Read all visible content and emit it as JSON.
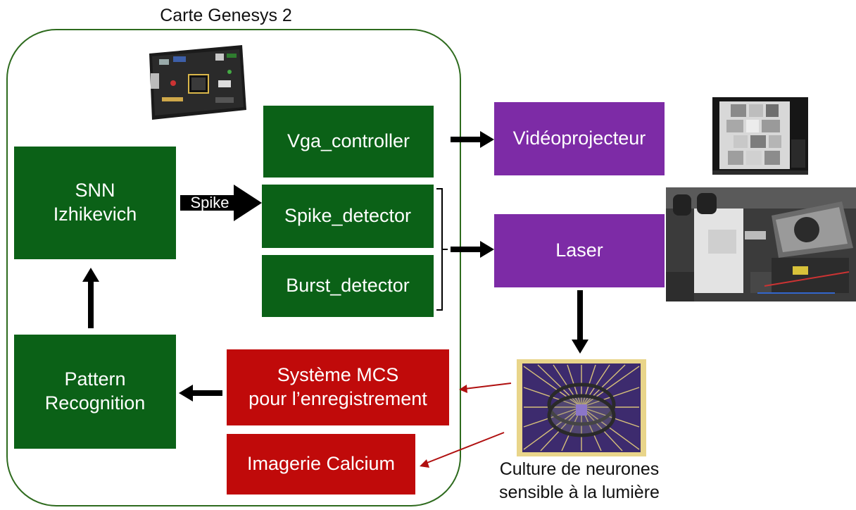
{
  "board": {
    "title": "Carte Genesys 2"
  },
  "blocks": {
    "snn": {
      "line1": "SNN",
      "line2": "Izhikevich"
    },
    "vga": "Vga_controller",
    "spike_detector": "Spike_detector",
    "burst_detector": "Burst_detector",
    "pattern": {
      "line1": "Pattern",
      "line2": "Recognition"
    },
    "mcs": {
      "line1": "Système MCS",
      "line2": "pour l’enregistrement"
    },
    "calcium": "Imagerie Calcium",
    "videoprojecteur": "Vidéoprojecteur",
    "laser": "Laser"
  },
  "arrow_labels": {
    "spike": "Spike"
  },
  "culture": {
    "line1": "Culture de neurones",
    "line2": "sensible à la lumière"
  },
  "images": {
    "fpga": "fpga-board-photo",
    "projection": "projected-pattern-photo",
    "microscope": "microscope-setup-photo",
    "mea": "mea-chip-photo"
  },
  "colors": {
    "green": "#0b6117",
    "purple": "#7d2ba6",
    "red": "#c00a0a",
    "board_outline": "#2e6b1e"
  }
}
